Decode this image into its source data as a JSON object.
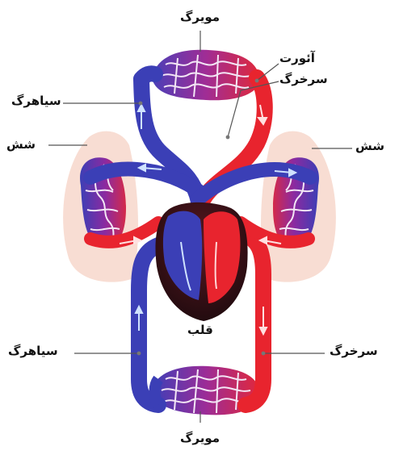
{
  "labels": {
    "capillary_top": "مویرگ",
    "aorta": "آئورت",
    "artery_top": "سرخرگ",
    "vein_top_left": "سیاهرگ",
    "lung_left": "شش",
    "lung_right": "شش",
    "heart": "قلب",
    "vein_bottom_left": "سیاهرگ",
    "artery_bottom_right": "سرخرگ",
    "capillary_bottom": "مویرگ"
  },
  "colors": {
    "oxygenated": "#e8242e",
    "deoxygenated": "#3a3fb8",
    "capillary": "#9a2a9c",
    "lung_tint": "#f7d6cc",
    "heart_dark": "#2a0f14",
    "flow_arrow": "#cfe2ff"
  }
}
